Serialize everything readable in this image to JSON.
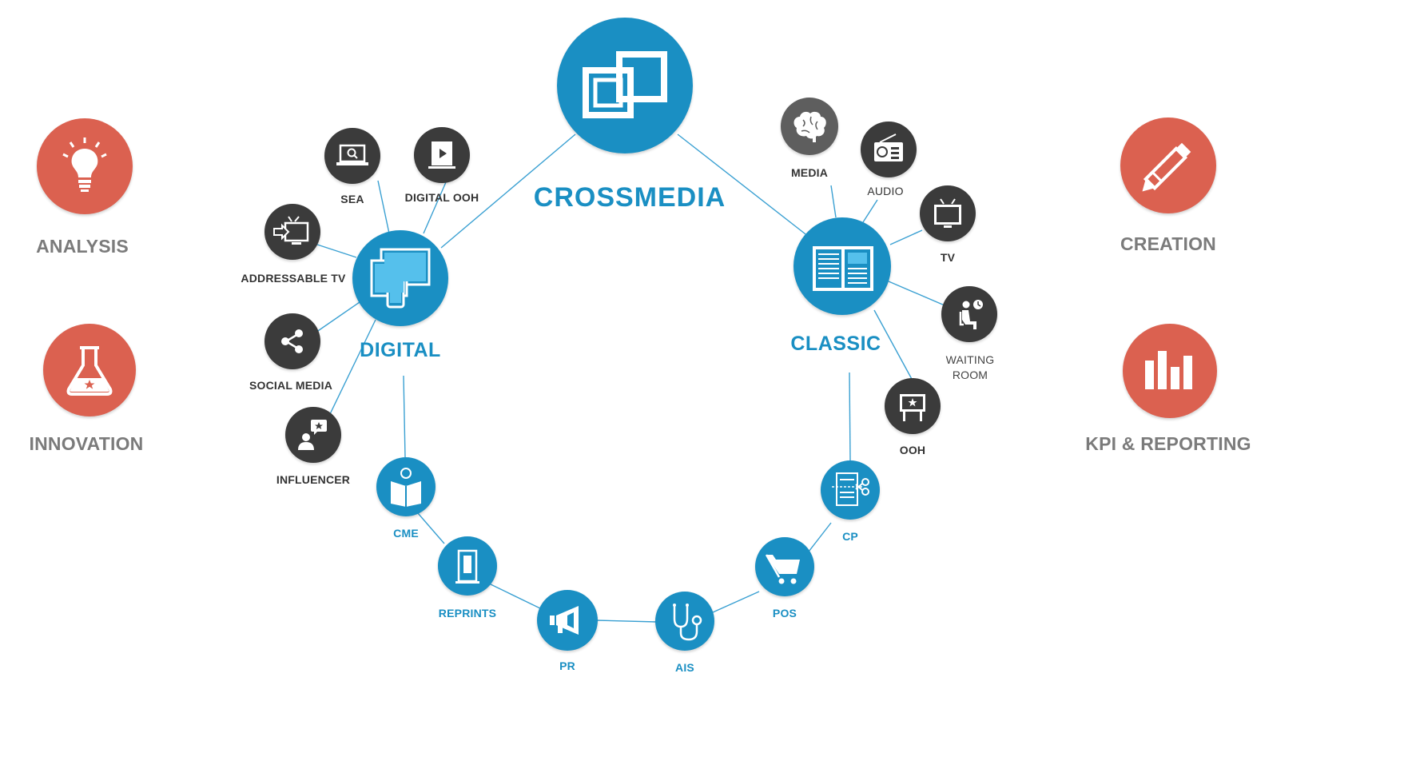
{
  "colors": {
    "blue": "#1a8fc3",
    "dark": "#3b3b3b",
    "grey_node": "#5e5e5e",
    "red": "#db6150",
    "grey_text": "#7b7b7b",
    "line": "#3aa0d2"
  },
  "hub": {
    "label": "CROSSMEDIA",
    "icon": "crossmedia-icon"
  },
  "digital": {
    "label": "DIGITAL",
    "icon": "devices-icon",
    "items": [
      {
        "label": "SEA",
        "icon": "laptop-search-icon"
      },
      {
        "label": "DIGITAL OOH",
        "icon": "digital-screen-icon"
      },
      {
        "label": "ADDRESSABLE TV",
        "icon": "addressable-tv-icon"
      },
      {
        "label": "SOCIAL MEDIA",
        "icon": "share-icon"
      },
      {
        "label": "INFLUENCER",
        "icon": "influencer-icon"
      }
    ]
  },
  "classic": {
    "label": "CLASSIC",
    "icon": "newspaper-icon",
    "items": [
      {
        "label": "MEDIA",
        "icon": "brain-icon"
      },
      {
        "label": "AUDIO",
        "icon": "radio-icon"
      },
      {
        "label": "TV",
        "icon": "tv-icon"
      },
      {
        "label_line1": "WAITING",
        "label_line2": "ROOM",
        "icon": "waiting-room-icon"
      },
      {
        "label": "OOH",
        "icon": "billboard-icon"
      }
    ]
  },
  "chain": [
    {
      "label": "CME",
      "icon": "reading-person-icon"
    },
    {
      "label": "REPRINTS",
      "icon": "reprint-icon"
    },
    {
      "label": "PR",
      "icon": "megaphone-icon"
    },
    {
      "label": "AIS",
      "icon": "stethoscope-icon"
    },
    {
      "label": "POS",
      "icon": "cart-icon"
    },
    {
      "label": "CP",
      "icon": "document-cut-icon"
    }
  ],
  "services": [
    {
      "label": "ANALYSIS",
      "icon": "lightbulb-icon"
    },
    {
      "label": "INNOVATION",
      "icon": "flask-icon"
    },
    {
      "label": "CREATION",
      "icon": "pencil-icon"
    },
    {
      "label": "KPI & REPORTING",
      "icon": "bar-chart-icon"
    }
  ]
}
